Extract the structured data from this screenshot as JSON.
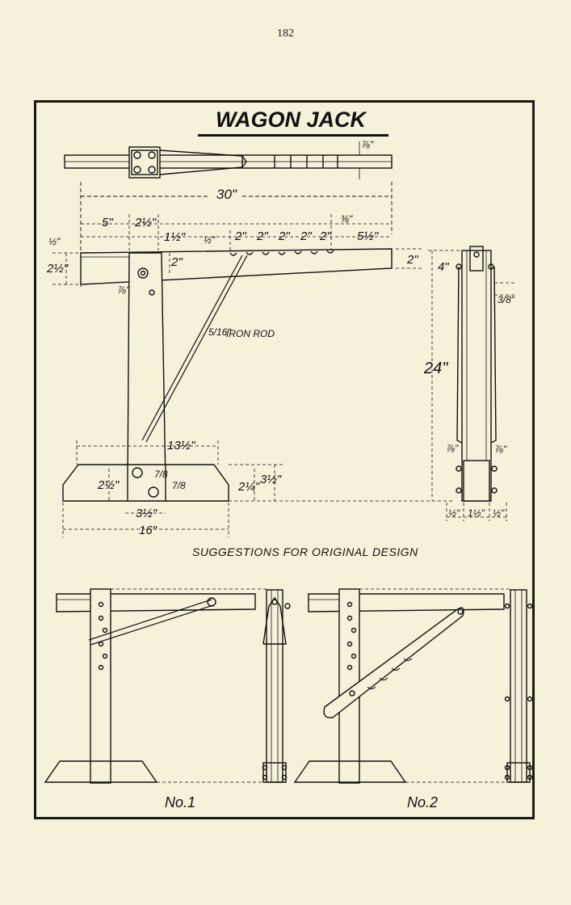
{
  "page": {
    "number": "182"
  },
  "diagram": {
    "title": "WAGON JACK",
    "caption": "SUGGESTIONS FOR ORIGINAL DESIGN",
    "variant_labels": [
      "No.1",
      "No.2"
    ],
    "rod_label": "IRON ROD",
    "dimensions": {
      "overall_length": "30\"",
      "height": "24\"",
      "base_width": "16\"",
      "base_top": "13½\"",
      "lever_segment_a": "5\"",
      "lever_segment_b": "2½\"",
      "lever_segment_c": "1½\"",
      "notch_spacing": [
        "2\"",
        "2\"",
        "2\"",
        "2\"",
        "2\""
      ],
      "notch_depth": "⅜\"",
      "lever_end": "5½\"",
      "lever_thickness": "½\"",
      "lever_height_left": "2½\"",
      "lever_height_mid": "2\"",
      "lever_height_right": "2\"",
      "top_gap": "½\"",
      "top_thickness": "⅞\"",
      "pivot_offset": "⅞\"",
      "rod_size": "5/16\"",
      "base_height_left": "2½\"",
      "base_foot": "3½\"",
      "base_height_right_a": "2¼\"",
      "base_height_right_b": "3½\"",
      "base_bolt_a": "7/8",
      "base_bolt_b": "7/8",
      "side_top": "4\"",
      "side_gap": "3/8\"",
      "side_bottom_left": "⅞\"",
      "side_bottom_right": "⅞\"",
      "side_base_widths": [
        "½\"",
        "1½\"",
        "½\""
      ]
    }
  }
}
